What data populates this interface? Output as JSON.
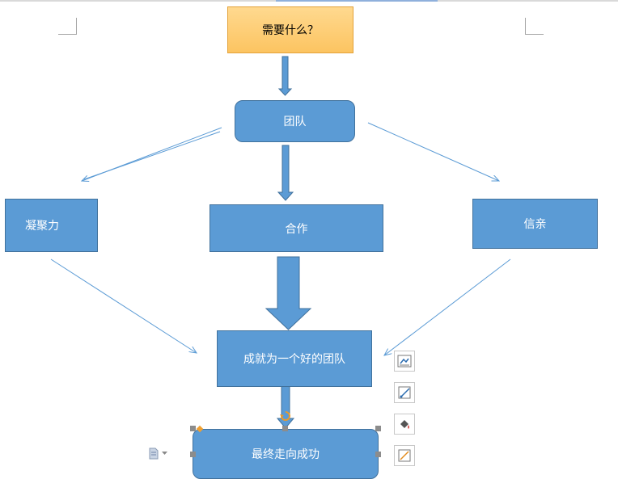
{
  "flowchart": {
    "start": "需要什么？",
    "team": "团队",
    "cohesion": "凝聚力",
    "cooperation": "合作",
    "trust": "信亲",
    "achieve": "成就为一个好的团队",
    "final": "最终走向成功"
  },
  "side_toolbar": {
    "items": [
      "layout-options-icon",
      "edit-shape-icon",
      "fill-color-icon",
      "outline-color-icon"
    ]
  },
  "colors": {
    "box_fill": "#5b9bd5",
    "box_border": "#41719c",
    "start_fill": "#ffd07a",
    "connector": "#5b9bd5"
  }
}
